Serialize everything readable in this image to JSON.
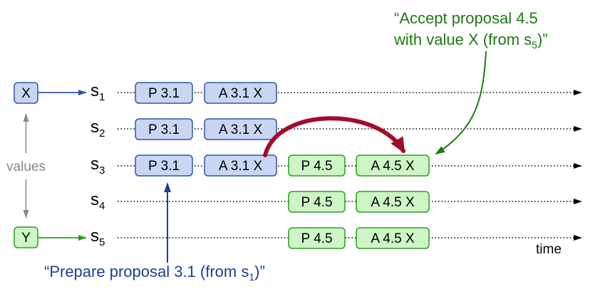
{
  "colors": {
    "blue_fill": "#c9d6f3",
    "blue_stroke": "#2f56a7",
    "green_fill": "#cdf5c6",
    "green_stroke": "#2e9d22",
    "arrow_red": "#a00e2b",
    "annotation_blue": "#1f3d91",
    "annotation_green": "#1e7b12",
    "gray": "#888888",
    "text": "#000000"
  },
  "value_boxes": [
    {
      "id": "x",
      "label": "X",
      "color": "blue"
    },
    {
      "id": "y",
      "label": "Y",
      "color": "green"
    }
  ],
  "values_label": "values",
  "servers": [
    {
      "base": "s",
      "sub": "1"
    },
    {
      "base": "s",
      "sub": "2"
    },
    {
      "base": "s",
      "sub": "3"
    },
    {
      "base": "s",
      "sub": "4"
    },
    {
      "base": "s",
      "sub": "5"
    }
  ],
  "messages": [
    {
      "server": 0,
      "label": "P 3.1",
      "color": "blue"
    },
    {
      "server": 0,
      "label": "A 3.1 X",
      "color": "blue"
    },
    {
      "server": 1,
      "label": "P 3.1",
      "color": "blue"
    },
    {
      "server": 1,
      "label": "A 3.1 X",
      "color": "blue"
    },
    {
      "server": 2,
      "label": "P 3.1",
      "color": "blue"
    },
    {
      "server": 2,
      "label": "A 3.1 X",
      "color": "blue"
    },
    {
      "server": 2,
      "label": "P 4.5",
      "color": "green"
    },
    {
      "server": 2,
      "label": "A 4.5 X",
      "color": "green"
    },
    {
      "server": 3,
      "label": "P 4.5",
      "color": "green"
    },
    {
      "server": 3,
      "label": "A 4.5 X",
      "color": "green"
    },
    {
      "server": 4,
      "label": "P 4.5",
      "color": "green"
    },
    {
      "server": 4,
      "label": "A 4.5 X",
      "color": "green"
    }
  ],
  "time_label": "time",
  "annotation_accept": {
    "line1": "“Accept proposal 4.5",
    "line2_prefix": "with value X (from s",
    "line2_sub": "5",
    "line2_suffix": ")”"
  },
  "annotation_prepare": {
    "prefix": "“Prepare proposal 3.1 (from s",
    "sub": "1",
    "suffix": ")”"
  }
}
